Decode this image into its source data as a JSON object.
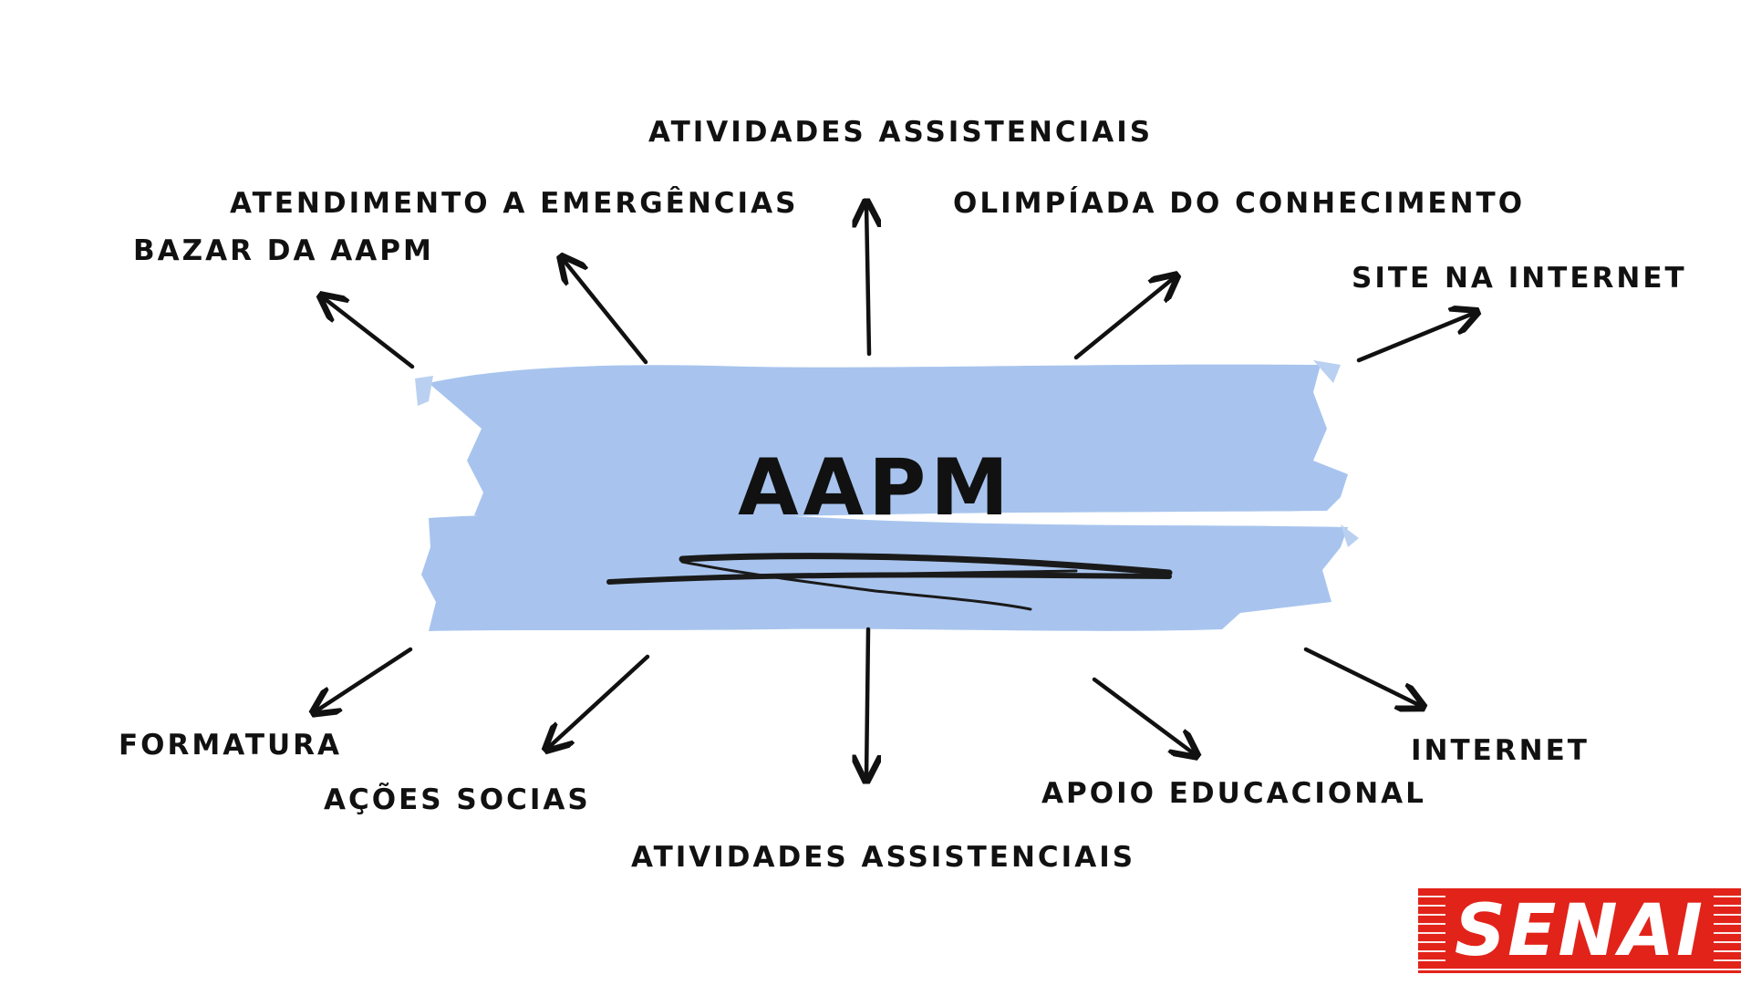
{
  "center": {
    "label": "AAPM",
    "brush_color": "#a8c4ee"
  },
  "labels": {
    "top": "ATIVIDADES ASSISTENCIAIS",
    "top_left": "ATENDIMENTO A EMERGÊNCIAS",
    "top_right": "OLIMPÍADA DO CONHECIMENTO",
    "far_top_left": "BAZAR DA AAPM",
    "far_top_right": "SITE NA INTERNET",
    "far_bottom_left": "FORMATURA",
    "bottom_left": "AÇÕES SOCIAS",
    "bottom": "ATIVIDADES ASSISTENCIAIS",
    "bottom_right": "APOIO EDUCACIONAL",
    "far_bottom_right": "INTERNET"
  },
  "logo": {
    "text": "SENAI",
    "color": "#e2231a"
  }
}
